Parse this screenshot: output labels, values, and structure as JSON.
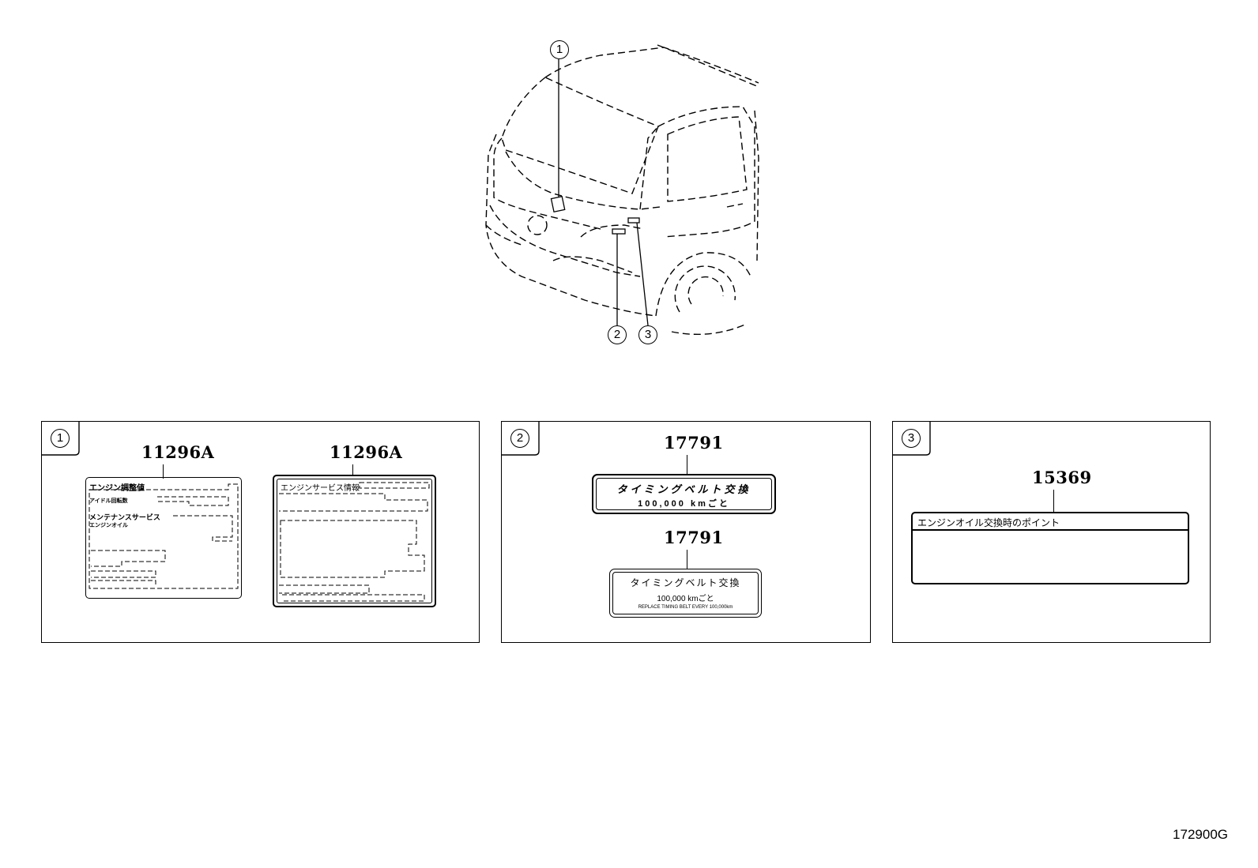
{
  "callouts": [
    "1",
    "2",
    "3"
  ],
  "panel1": {
    "tab": "1",
    "labels": [
      {
        "part_no": "11296A",
        "lines": [
          "エンジン調整値",
          "アイドル回転数",
          "メンテナンスサービス",
          "エンジンオイル"
        ]
      },
      {
        "part_no": "11296A",
        "lines": [
          "エンジンサービス情報"
        ]
      }
    ]
  },
  "panel2": {
    "tab": "2",
    "labels": [
      {
        "part_no": "17791",
        "lines": [
          "タイミングベルト交換",
          "100,000 kmごと"
        ]
      },
      {
        "part_no": "17791",
        "lines": [
          "タイミングベルト交換",
          "100,000 kmごと",
          "REPLACE TIMING BELT EVERY 100,000km"
        ]
      }
    ]
  },
  "panel3": {
    "tab": "3",
    "labels": [
      {
        "part_no": "15369",
        "lines": [
          "エンジンオイル交換時のポイント"
        ]
      }
    ]
  },
  "footer_code": "172900G"
}
